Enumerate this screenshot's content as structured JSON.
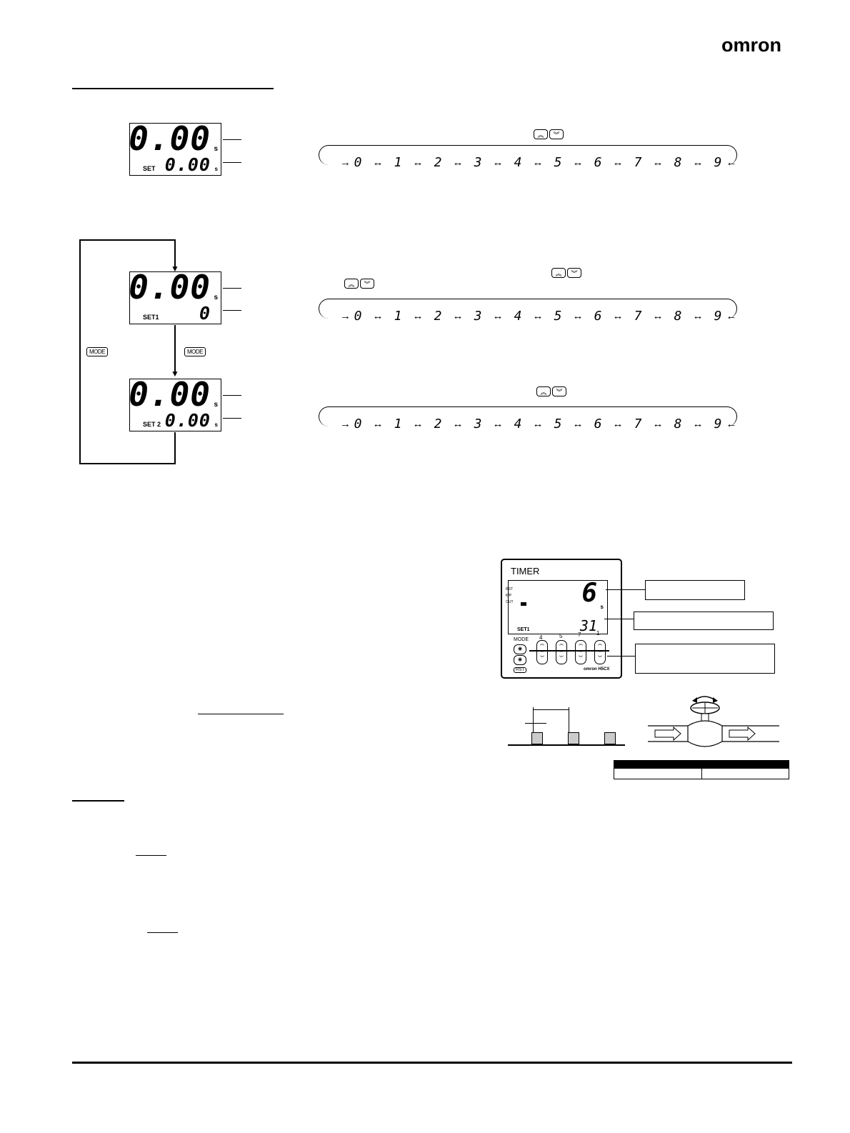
{
  "header": {
    "logo": "omron"
  },
  "display_single": {
    "main_value": "0.00",
    "main_unit": "s",
    "sub_label": "SET",
    "sub_value": "0.00",
    "sub_unit": "s"
  },
  "display_set1": {
    "main_value": "0.00",
    "main_unit": "s",
    "sub_label": "SET1",
    "sub_value": "0"
  },
  "display_set2": {
    "main_value": "0.00",
    "main_unit": "s",
    "sub_label": "SET 2",
    "sub_value": "0.00",
    "sub_unit": "s"
  },
  "digit_sequence": [
    "0",
    "1",
    "2",
    "3",
    "4",
    "5",
    "6",
    "7",
    "8",
    "9"
  ],
  "keys": {
    "up": "︽",
    "down": "︾",
    "mode": "MODE"
  },
  "timer_panel": {
    "title": "TIMER",
    "indicators": [
      "RST",
      "K/P",
      "OUT"
    ],
    "main_value": "6",
    "main_unit": "s",
    "sub_label": "SET1",
    "sub_value": "31",
    "mode_label": "MODE",
    "rst_label": "RST",
    "brand": "omron H5CX",
    "dial_digits": [
      "4",
      "5",
      "7",
      "1"
    ]
  }
}
